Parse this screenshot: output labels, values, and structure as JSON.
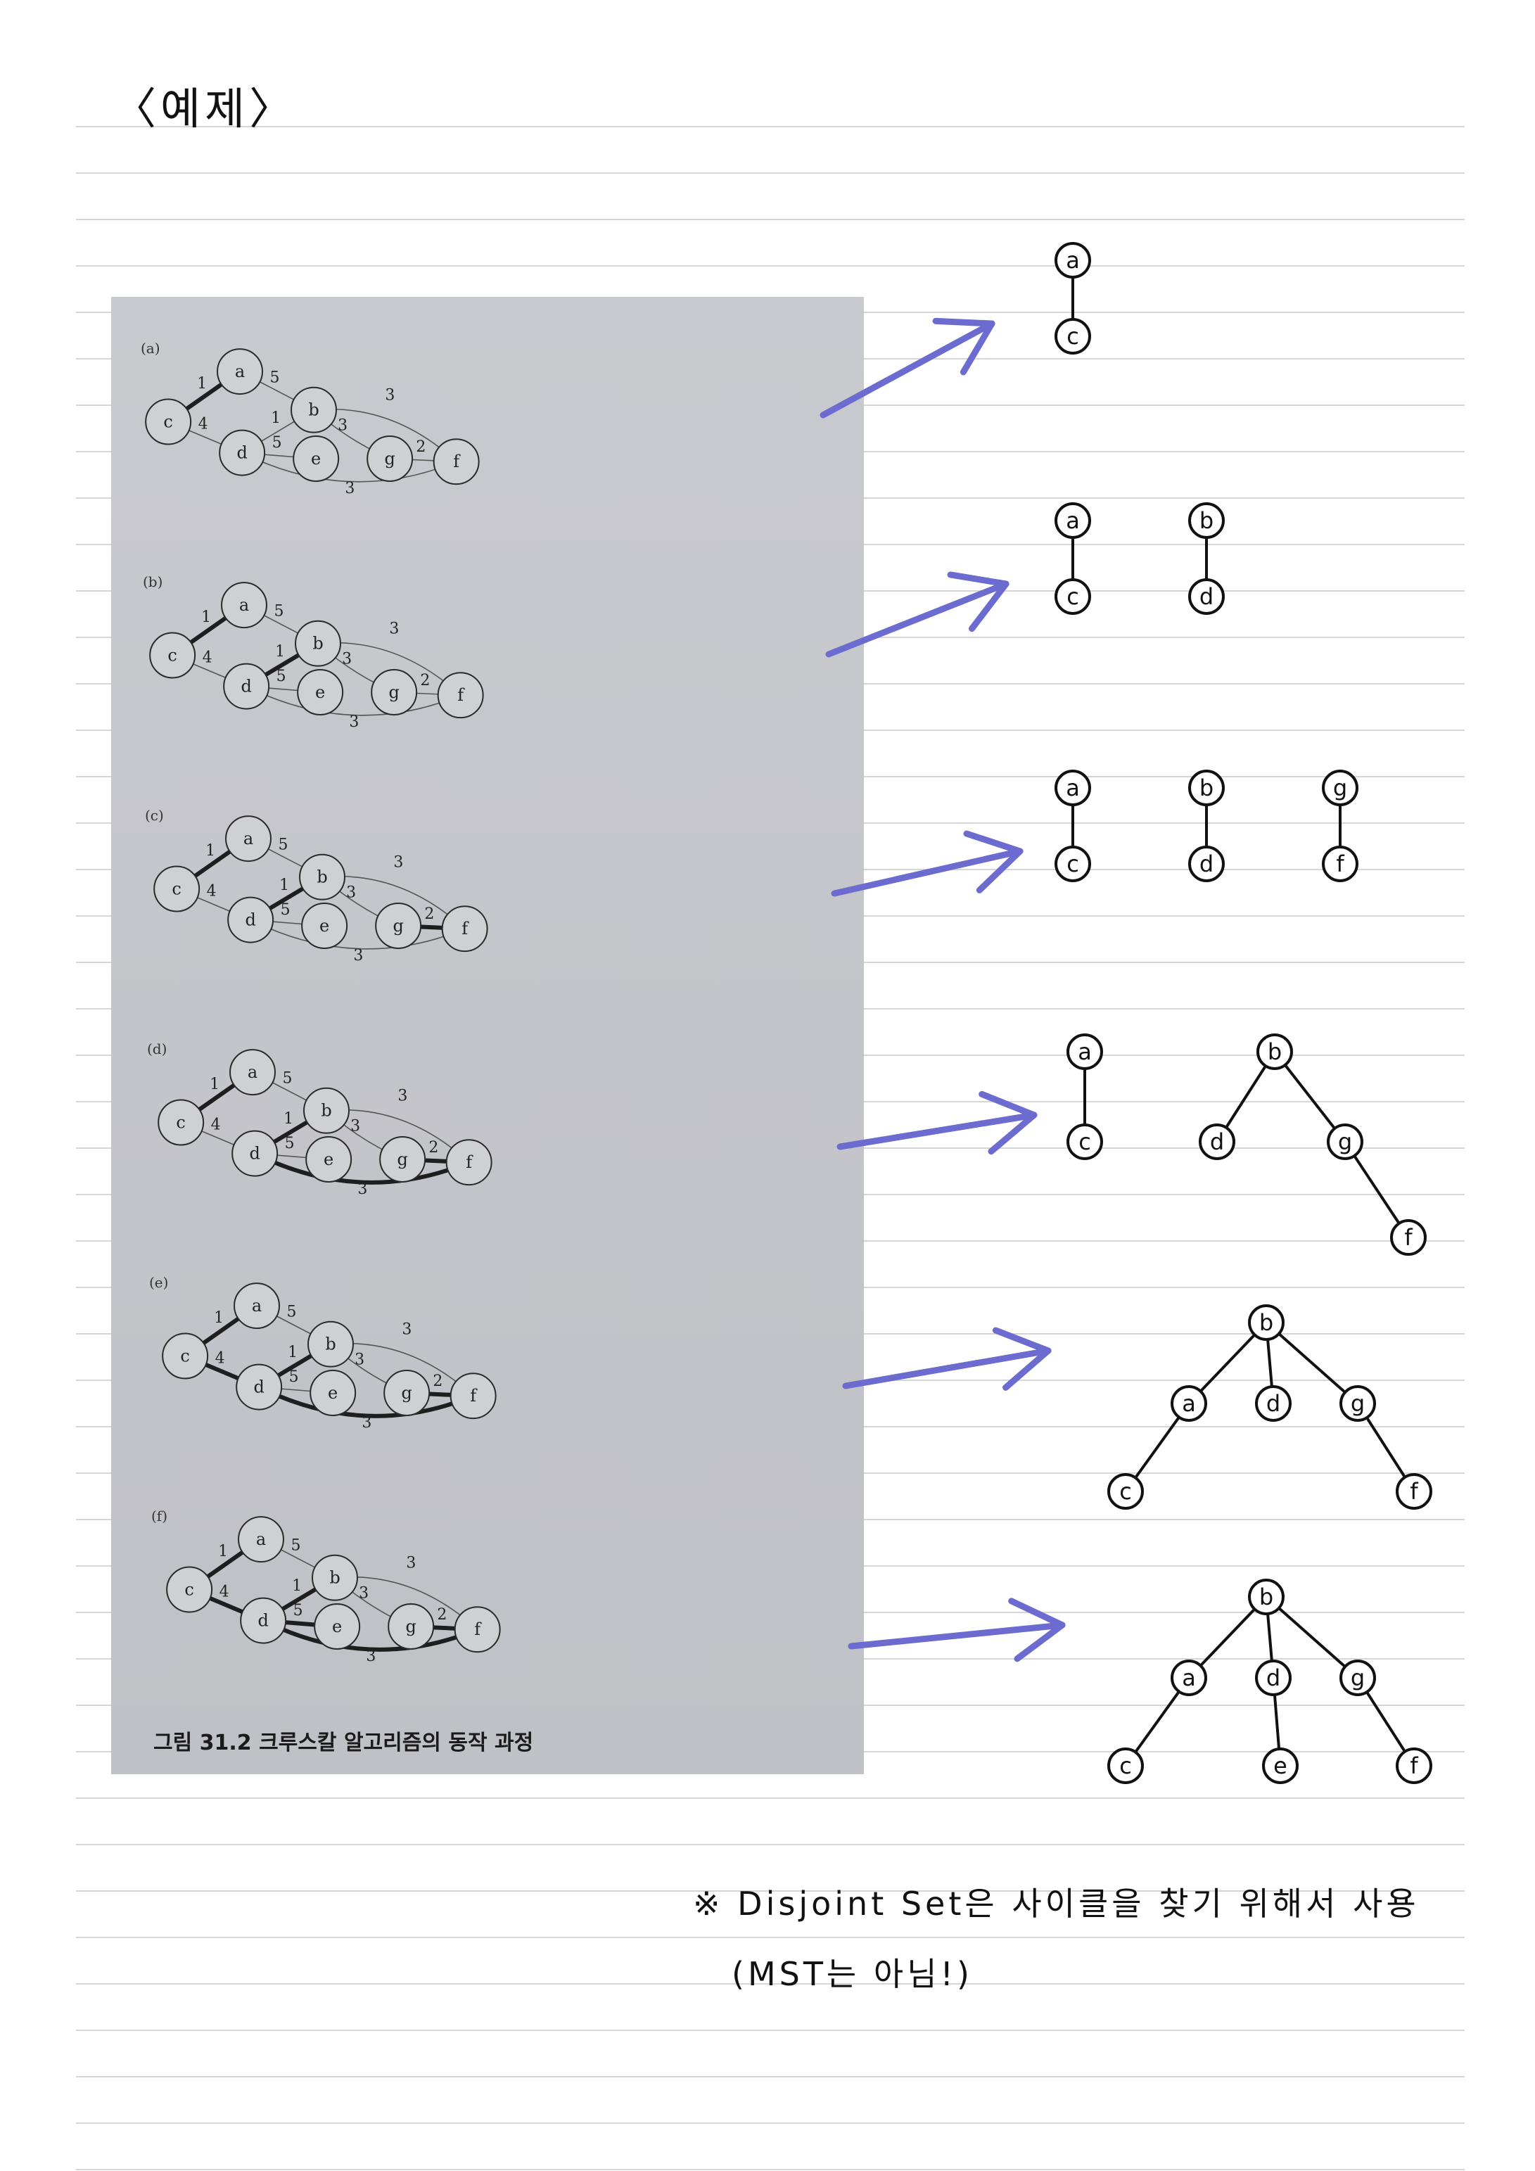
{
  "page": {
    "title": "〈예제〉",
    "caption": "그림 31.2 크루스칼 알고리즘의 동작 과정",
    "note_line1": "※ Disjoint Set은 사이클을 찾기 위해서 사용",
    "note_line2": "(MST는 아님!)"
  },
  "colors": {
    "rule_line": "#d6d6d6",
    "arrow": "#6b6bd0",
    "ink": "#111111",
    "photo_edge": "#222222"
  },
  "graph": {
    "nodes": [
      "a",
      "b",
      "c",
      "d",
      "e",
      "f",
      "g"
    ],
    "edges": [
      {
        "u": "c",
        "v": "a",
        "w": "1"
      },
      {
        "u": "a",
        "v": "b",
        "w": "5"
      },
      {
        "u": "c",
        "v": "d",
        "w": "4"
      },
      {
        "u": "d",
        "v": "b",
        "w": "1"
      },
      {
        "u": "b",
        "v": "g",
        "w": "3"
      },
      {
        "u": "b",
        "v": "f",
        "w": "3"
      },
      {
        "u": "d",
        "v": "e",
        "w": "5"
      },
      {
        "u": "g",
        "v": "f",
        "w": "2"
      },
      {
        "u": "d",
        "v": "f",
        "w": "3"
      }
    ]
  },
  "steps": [
    {
      "label": "(a)",
      "bold": [
        "c-a"
      ],
      "forest": [
        {
          "nodes": [
            {
              "id": "a"
            },
            {
              "id": "c"
            }
          ],
          "links": [
            [
              "a",
              "c"
            ]
          ]
        }
      ]
    },
    {
      "label": "(b)",
      "bold": [
        "c-a",
        "d-b"
      ],
      "forest": [
        {
          "nodes": [
            {
              "id": "a"
            },
            {
              "id": "c"
            }
          ],
          "links": [
            [
              "a",
              "c"
            ]
          ]
        },
        {
          "nodes": [
            {
              "id": "b"
            },
            {
              "id": "d"
            }
          ],
          "links": [
            [
              "b",
              "d"
            ]
          ]
        }
      ]
    },
    {
      "label": "(c)",
      "bold": [
        "c-a",
        "d-b",
        "g-f"
      ],
      "forest": [
        {
          "nodes": [
            {
              "id": "a"
            },
            {
              "id": "c"
            }
          ],
          "links": [
            [
              "a",
              "c"
            ]
          ]
        },
        {
          "nodes": [
            {
              "id": "b"
            },
            {
              "id": "d"
            }
          ],
          "links": [
            [
              "b",
              "d"
            ]
          ]
        },
        {
          "nodes": [
            {
              "id": "g"
            },
            {
              "id": "f"
            }
          ],
          "links": [
            [
              "g",
              "f"
            ]
          ]
        }
      ]
    },
    {
      "label": "(d)",
      "bold": [
        "c-a",
        "d-b",
        "g-f",
        "d-f"
      ],
      "forest": [
        {
          "nodes": [
            {
              "id": "a"
            },
            {
              "id": "c"
            }
          ],
          "links": [
            [
              "a",
              "c"
            ]
          ]
        },
        {
          "nodes": [
            {
              "id": "b"
            },
            {
              "id": "d"
            },
            {
              "id": "g"
            },
            {
              "id": "f"
            }
          ],
          "links": [
            [
              "b",
              "d"
            ],
            [
              "b",
              "g"
            ],
            [
              "g",
              "f"
            ]
          ]
        }
      ]
    },
    {
      "label": "(e)",
      "bold": [
        "c-a",
        "d-b",
        "g-f",
        "d-f",
        "c-d"
      ],
      "forest": [
        {
          "nodes": [
            {
              "id": "b"
            },
            {
              "id": "a"
            },
            {
              "id": "d"
            },
            {
              "id": "g"
            },
            {
              "id": "c"
            },
            {
              "id": "f"
            }
          ],
          "links": [
            [
              "b",
              "a"
            ],
            [
              "b",
              "d"
            ],
            [
              "b",
              "g"
            ],
            [
              "a",
              "c"
            ],
            [
              "g",
              "f"
            ]
          ]
        }
      ]
    },
    {
      "label": "(f)",
      "bold": [
        "c-a",
        "d-b",
        "g-f",
        "d-f",
        "c-d",
        "d-e"
      ],
      "forest": [
        {
          "nodes": [
            {
              "id": "b"
            },
            {
              "id": "a"
            },
            {
              "id": "d"
            },
            {
              "id": "g"
            },
            {
              "id": "c"
            },
            {
              "id": "e"
            },
            {
              "id": "f"
            }
          ],
          "links": [
            [
              "b",
              "a"
            ],
            [
              "b",
              "d"
            ],
            [
              "b",
              "g"
            ],
            [
              "a",
              "c"
            ],
            [
              "d",
              "e"
            ],
            [
              "g",
              "f"
            ]
          ]
        }
      ]
    }
  ]
}
